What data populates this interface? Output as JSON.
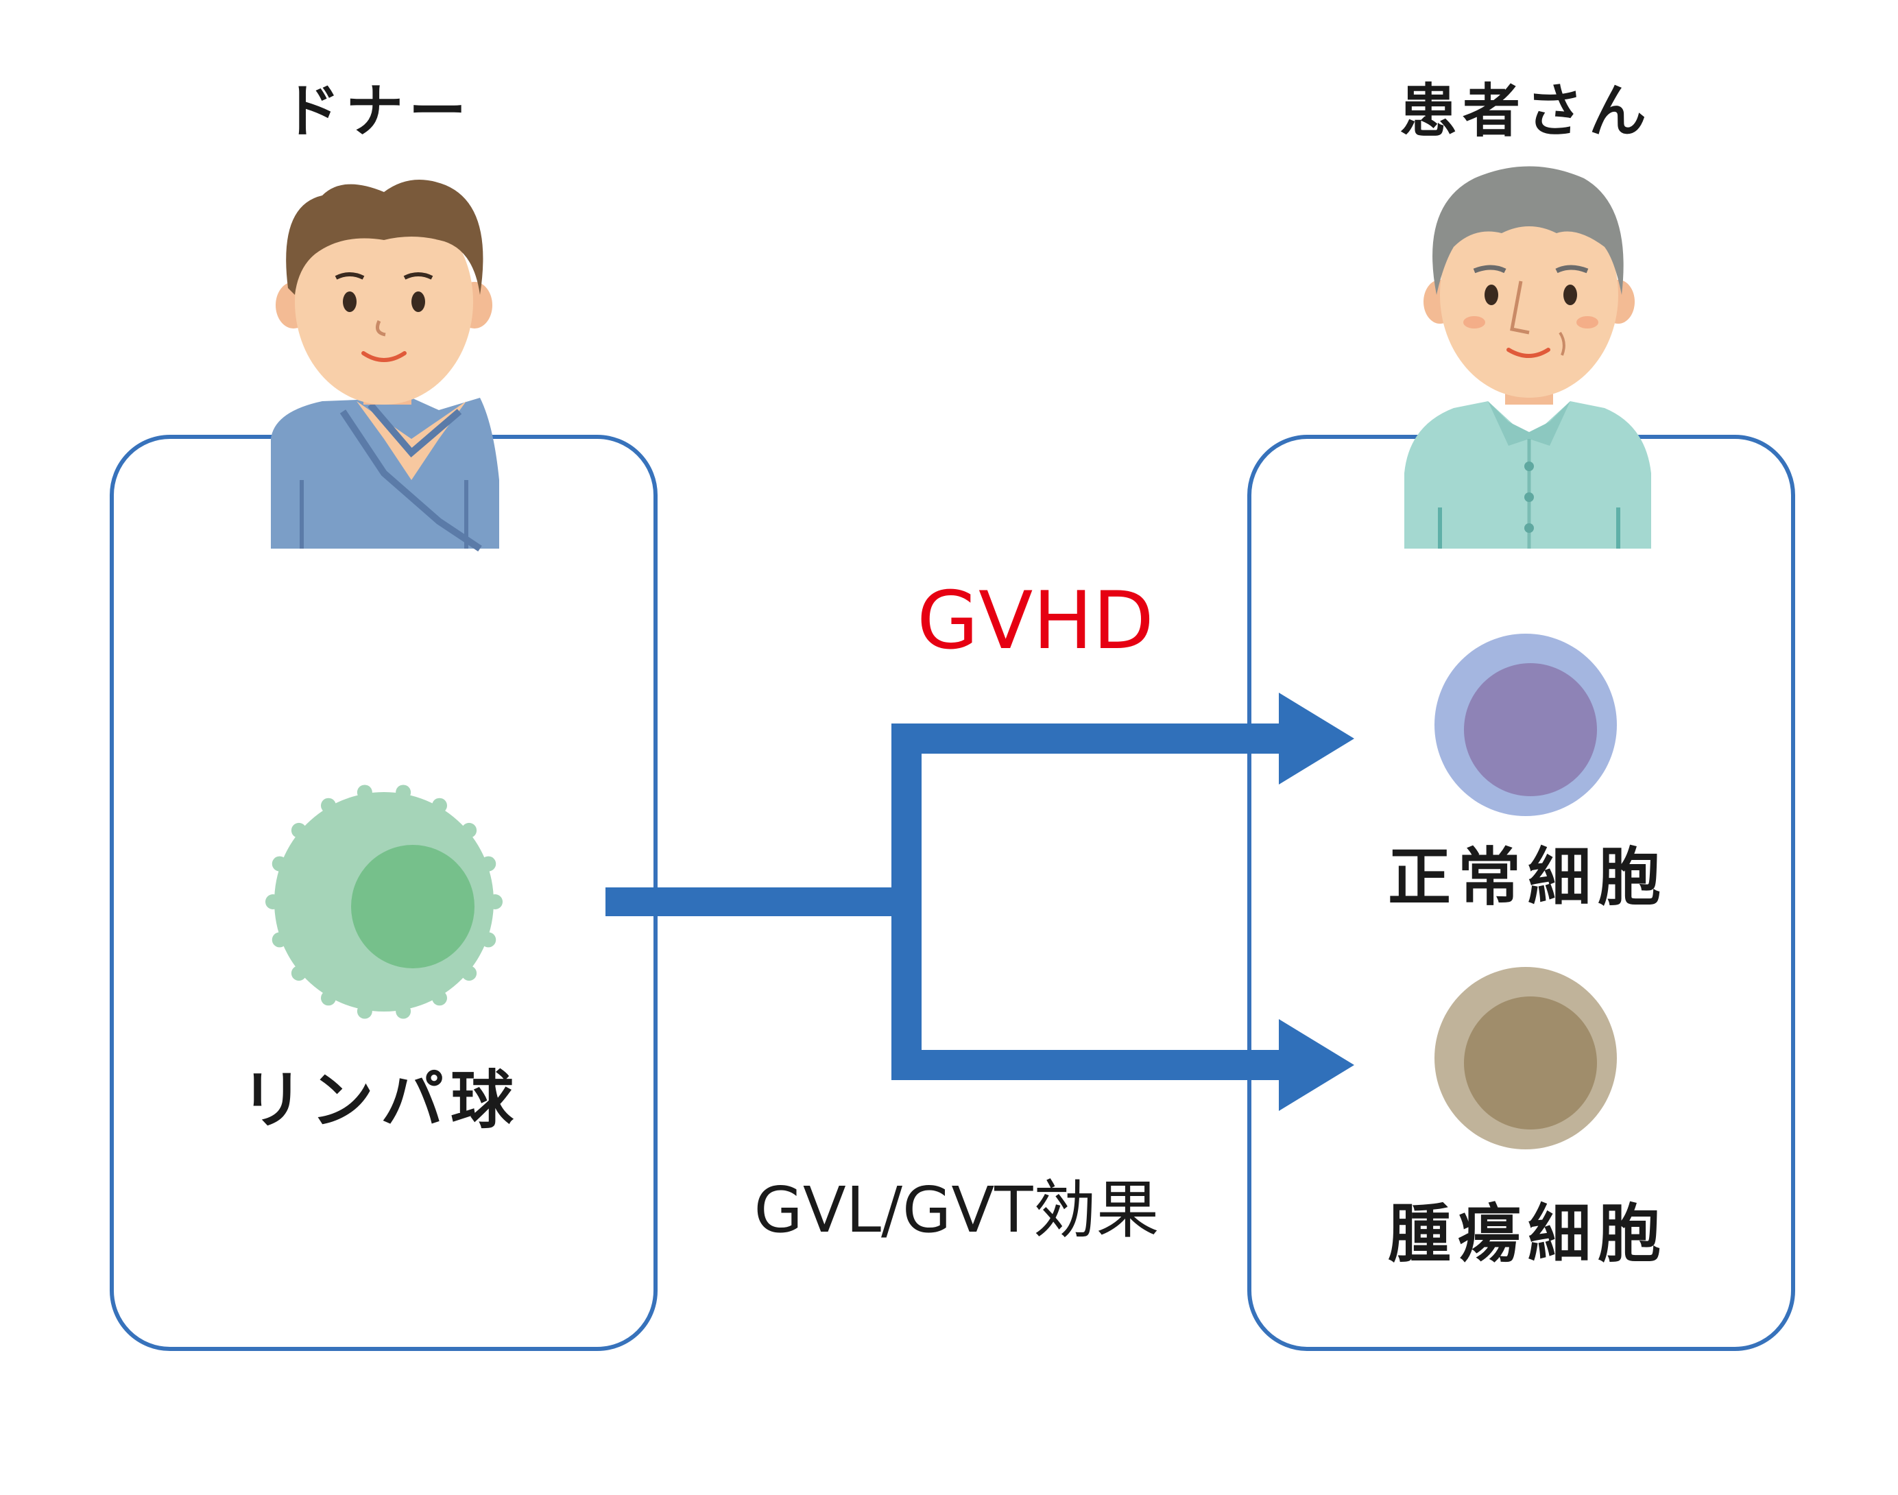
{
  "donor": {
    "title": "ドナー",
    "cell_label": "リンパ球"
  },
  "patient": {
    "title": "患者さん",
    "normal_cell_label": "正常細胞",
    "tumor_cell_label": "腫瘍細胞"
  },
  "effects": {
    "top_label": "GVHD",
    "bottom_label": "GVL/GVT効果"
  },
  "colors": {
    "box_border": "#3772bb",
    "arrow": "#3070ba",
    "gvhd_text": "#e60012",
    "lymphocyte_outer": "#a5d4b8",
    "lymphocyte_inner": "#76c08b",
    "normal_cell_outer": "#a4b6e0",
    "normal_cell_inner": "#8e83b6",
    "tumor_cell_outer": "#c0b39a",
    "tumor_cell_inner": "#a08d6b"
  },
  "icons": {
    "donor": "young-man-avatar-icon",
    "patient": "elderly-man-avatar-icon"
  }
}
